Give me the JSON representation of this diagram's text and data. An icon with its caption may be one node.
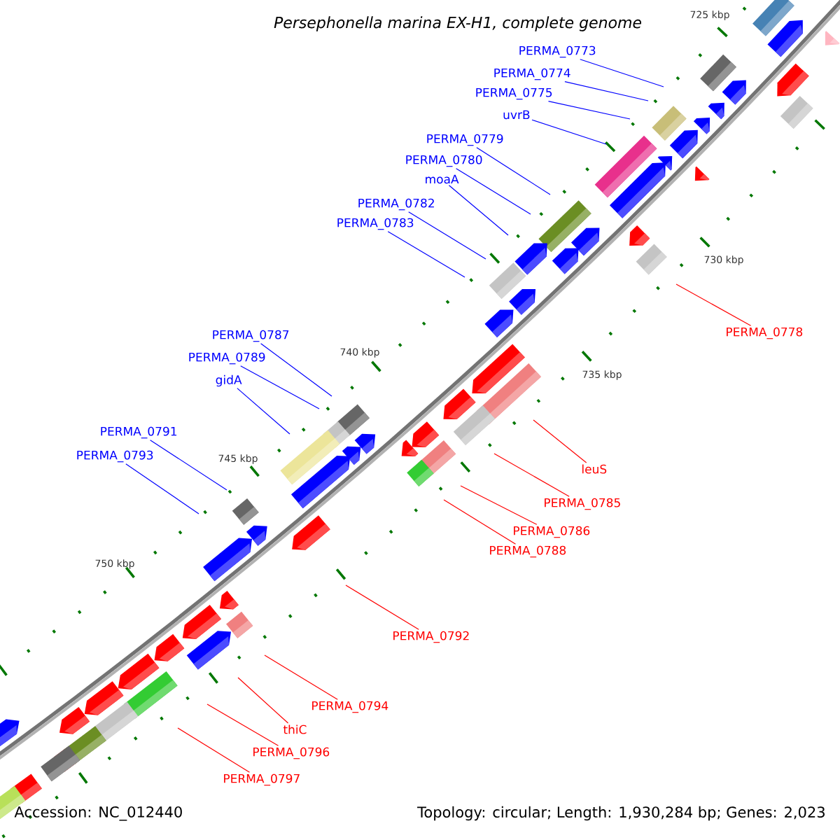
{
  "diagram": {
    "title": "Persephonella marina EX-H1, complete genome",
    "nodes": [
      {
        "text": [
          "PERMA_0773"
        ]
      },
      {
        "text": [
          "PERMA_0774"
        ]
      },
      {
        "text": [
          "PERMA_0775"
        ]
      },
      {
        "text": [
          "uvrB"
        ]
      },
      {
        "text": [
          "PERMA_0779"
        ]
      },
      {
        "text": [
          "PERMA_0780"
        ]
      },
      {
        "text": [
          "moaA"
        ]
      },
      {
        "text": [
          "PERMA_0782"
        ]
      },
      {
        "text": [
          "PERMA_0783"
        ]
      },
      {
        "text": [
          "PERMA_0778"
        ]
      },
      {
        "text": [
          "PERMA_0787"
        ]
      },
      {
        "text": [
          "PERMA_0789"
        ]
      },
      {
        "text": [
          "gidA"
        ]
      },
      {
        "text": [
          "PERMA_0791"
        ]
      },
      {
        "text": [
          "PERMA_0793"
        ]
      },
      {
        "text": [
          "leuS"
        ]
      },
      {
        "text": [
          "PERMA_0785"
        ]
      },
      {
        "text": [
          "PERMA_0786"
        ]
      },
      {
        "text": [
          "PERMA_0788"
        ]
      },
      {
        "text": [
          "PERMA_0792"
        ]
      },
      {
        "text": [
          "PERMA_0794"
        ]
      },
      {
        "text": [
          "thiC"
        ]
      },
      {
        "text": [
          "PERMA_0796"
        ]
      },
      {
        "text": [
          "PERMA_0797"
        ]
      }
    ],
    "edges": [
      {
        "from": 0,
        "to": null,
        "arrow": "none"
      },
      {
        "from": 1,
        "to": null,
        "arrow": "none"
      },
      {
        "from": 2,
        "to": null,
        "arrow": "none"
      },
      {
        "from": 3,
        "to": null,
        "arrow": "none"
      },
      {
        "from": 4,
        "to": null,
        "arrow": "none"
      },
      {
        "from": 5,
        "to": null,
        "arrow": "none"
      },
      {
        "from": 6,
        "to": null,
        "arrow": "none"
      },
      {
        "from": 7,
        "to": null,
        "arrow": "none"
      },
      {
        "from": 8,
        "to": null,
        "arrow": "none"
      },
      {
        "from": 9,
        "to": null,
        "arrow": "none",
        "color": "#ff0000"
      },
      {
        "from": 10,
        "to": null,
        "arrow": "none"
      },
      {
        "from": 11,
        "to": null,
        "arrow": "none"
      },
      {
        "from": 12,
        "to": null,
        "arrow": "none"
      },
      {
        "from": 13,
        "to": null,
        "arrow": "none"
      },
      {
        "from": 14,
        "to": null,
        "arrow": "none"
      },
      {
        "from": 15,
        "to": null,
        "arrow": "none",
        "color": "#ff0000"
      },
      {
        "from": 16,
        "to": null,
        "arrow": "none",
        "color": "#ff0000"
      },
      {
        "from": 17,
        "to": null,
        "arrow": "none",
        "color": "#ff0000"
      },
      {
        "from": 18,
        "to": null,
        "arrow": "none",
        "color": "#ff0000"
      },
      {
        "from": 19,
        "to": null,
        "arrow": "none",
        "color": "#ff0000"
      },
      {
        "from": 20,
        "to": null,
        "arrow": "none",
        "color": "#ff0000"
      },
      {
        "from": 21,
        "to": null,
        "arrow": "none",
        "color": "#ff0000"
      },
      {
        "from": 22,
        "to": null,
        "arrow": "none",
        "color": "#ff0000"
      },
      {
        "from": 23,
        "to": null,
        "arrow": "none",
        "color": "#ff0000"
      }
    ],
    "labels": [
      "725 kbp",
      "730 kbp",
      "735 kbp",
      "740 kbp",
      "745 kbp",
      "750 kbp",
      "Accession: NC_012440",
      "Topology: circular; Length: 1,930,284 bp; Genes: 2,023"
    ]
  }
}
